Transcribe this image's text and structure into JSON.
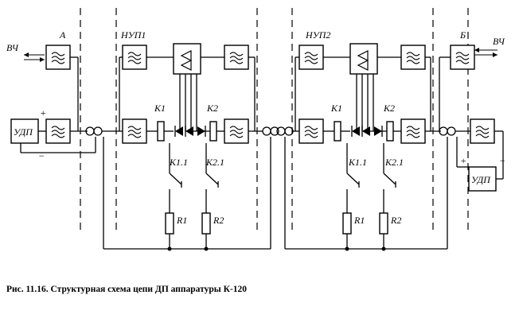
{
  "labels": {
    "hf_left": "ВЧ",
    "hf_right": "ВЧ",
    "station_a": "А",
    "station_b": "Б",
    "nup1": "НУП1",
    "nup2": "НУП2",
    "udp_left": "УДП",
    "udp_right": "УДП",
    "plus": "+",
    "minus": "−",
    "nup1_k1": "К1",
    "nup1_k2": "К2",
    "nup1_k11": "К1.1",
    "nup1_k21": "К2.1",
    "nup1_r1": "R1",
    "nup1_r2": "R2",
    "nup2_k1": "К1",
    "nup2_k2": "К2",
    "nup2_k11": "К1.1",
    "nup2_k21": "К2.1",
    "nup2_r1": "R1",
    "nup2_r2": "R2"
  },
  "caption": "Рис. 11.16. Структурная схема цепи ДП аппаратуры К-120",
  "icons": {
    "filter": "filter-icon",
    "amplifier": "amplifier-icon",
    "diode": "diode-icon",
    "relay": "relay-coil-icon",
    "resistor": "resistor-icon",
    "transformer": "transformer-icon",
    "contact": "relay-contact-icon"
  }
}
